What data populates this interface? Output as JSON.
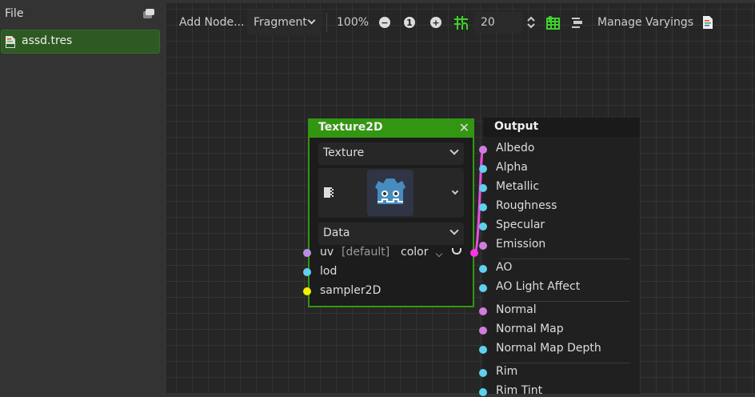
{
  "sidebar": {
    "file_menu": "File",
    "file_item": "assd.tres"
  },
  "toolbar": {
    "add_node": "Add Node...",
    "mode": "Fragment",
    "zoom": "100%",
    "zoom_out": "−",
    "zoom_reset": "1",
    "zoom_in": "+",
    "snap_value": "20",
    "manage_varyings": "Manage Varyings"
  },
  "texture_node": {
    "title": "Texture2D",
    "source": "Texture",
    "texture_type": "Data",
    "inputs": [
      {
        "label": "uv",
        "default": "[default]",
        "color": "#b98ee8"
      },
      {
        "label": "lod",
        "color": "#5fd1ee"
      },
      {
        "label": "sampler2D",
        "color": "#f4f000"
      }
    ],
    "output_label": "color",
    "output_color": "#ff33e6",
    "accent": "#339612"
  },
  "output_node": {
    "title": "Output",
    "ports": [
      {
        "label": "Albedo",
        "color": "#d07ce0"
      },
      {
        "label": "Alpha",
        "color": "#5fd1ee"
      },
      {
        "label": "Metallic",
        "color": "#5fd1ee"
      },
      {
        "label": "Roughness",
        "color": "#5fd1ee"
      },
      {
        "label": "Specular",
        "color": "#5fd1ee"
      },
      {
        "label": "Emission",
        "color": "#d07ce0"
      },
      {
        "label": "AO",
        "color": "#5fd1ee"
      },
      {
        "label": "AO Light Affect",
        "color": "#5fd1ee"
      },
      {
        "label": "Normal",
        "color": "#d07ce0"
      },
      {
        "label": "Normal Map",
        "color": "#d07ce0"
      },
      {
        "label": "Normal Map Depth",
        "color": "#5fd1ee"
      },
      {
        "label": "Rim",
        "color": "#5fd1ee"
      },
      {
        "label": "Rim Tint",
        "color": "#5fd1ee"
      }
    ]
  }
}
